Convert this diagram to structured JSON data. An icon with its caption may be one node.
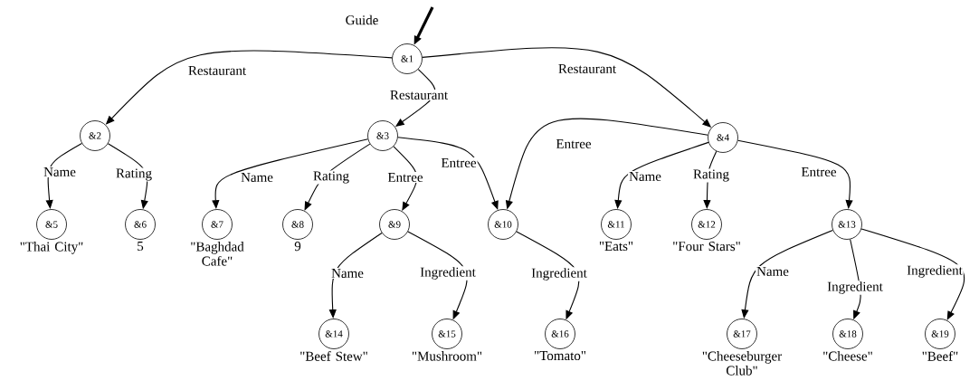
{
  "diagram": {
    "nodes": [
      {
        "text": [
          "&1"
        ]
      },
      {
        "text": [
          "&2"
        ]
      },
      {
        "text": [
          "&3"
        ]
      },
      {
        "text": [
          "&4"
        ]
      },
      {
        "text": [
          "&5"
        ],
        "beside": [
          "\"Thai City\""
        ]
      },
      {
        "text": [
          "&6"
        ],
        "beside": [
          "5"
        ]
      },
      {
        "text": [
          "&7"
        ],
        "beside": [
          "\"Baghdad Cafe\""
        ]
      },
      {
        "text": [
          "&8"
        ],
        "beside": [
          "9"
        ]
      },
      {
        "text": [
          "&9"
        ]
      },
      {
        "text": [
          "&10"
        ]
      },
      {
        "text": [
          "&11"
        ],
        "beside": [
          "\"Eats\""
        ]
      },
      {
        "text": [
          "&12"
        ],
        "beside": [
          "\"Four Stars\""
        ]
      },
      {
        "text": [
          "&13"
        ]
      },
      {
        "text": [
          "&14"
        ],
        "beside": [
          "\"Beef Stew\""
        ]
      },
      {
        "text": [
          "&15"
        ],
        "beside": [
          "\"Mushroom\""
        ]
      },
      {
        "text": [
          "&16"
        ],
        "beside": [
          "\"Tomato\""
        ]
      },
      {
        "text": [
          "&17"
        ],
        "beside": [
          "\"Cheeseburger Club\""
        ]
      },
      {
        "text": [
          "&18"
        ],
        "beside": [
          "\"Cheese\""
        ]
      },
      {
        "text": [
          "&19"
        ],
        "beside": [
          "\"Beef\""
        ]
      }
    ],
    "edges": [
      {
        "from": null,
        "to": 0,
        "arrow": "to",
        "label": "Guide",
        "style": "thick"
      },
      {
        "from": 0,
        "to": 1,
        "arrow": "to",
        "label": "Restaurant"
      },
      {
        "from": 0,
        "to": 2,
        "arrow": "to",
        "label": "Restaurant"
      },
      {
        "from": 0,
        "to": 3,
        "arrow": "to",
        "label": "Restaurant"
      },
      {
        "from": 1,
        "to": 4,
        "arrow": "to",
        "label": "Name"
      },
      {
        "from": 1,
        "to": 5,
        "arrow": "to",
        "label": "Rating"
      },
      {
        "from": 2,
        "to": 6,
        "arrow": "to",
        "label": "Name"
      },
      {
        "from": 2,
        "to": 7,
        "arrow": "to",
        "label": "Rating"
      },
      {
        "from": 2,
        "to": 8,
        "arrow": "to",
        "label": "Entree"
      },
      {
        "from": 2,
        "to": 9,
        "arrow": "to",
        "label": "Entree"
      },
      {
        "from": 3,
        "to": 9,
        "arrow": "to",
        "label": "Entree"
      },
      {
        "from": 3,
        "to": 10,
        "arrow": "to",
        "label": "Name"
      },
      {
        "from": 3,
        "to": 11,
        "arrow": "to",
        "label": "Rating"
      },
      {
        "from": 3,
        "to": 12,
        "arrow": "to",
        "label": "Entree"
      },
      {
        "from": 8,
        "to": 13,
        "arrow": "to",
        "label": "Name"
      },
      {
        "from": 8,
        "to": 14,
        "arrow": "to",
        "label": "Ingredient"
      },
      {
        "from": 9,
        "to": 15,
        "arrow": "to",
        "label": "Ingredient"
      },
      {
        "from": 12,
        "to": 16,
        "arrow": "to",
        "label": "Name"
      },
      {
        "from": 12,
        "to": 17,
        "arrow": "to",
        "label": "Ingredient"
      },
      {
        "from": 12,
        "to": 18,
        "arrow": "to",
        "label": "Ingredient"
      }
    ]
  }
}
